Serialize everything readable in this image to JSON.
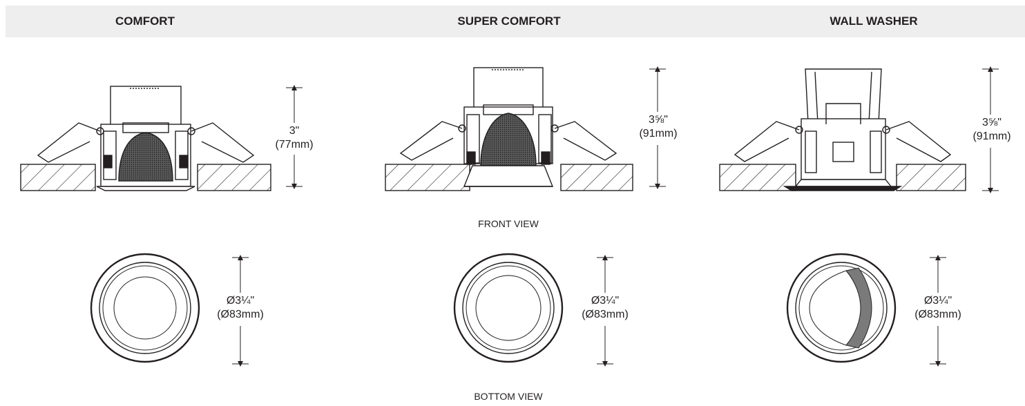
{
  "header": {
    "columns": [
      {
        "title": "COMFORT"
      },
      {
        "title": "SUPER COMFORT"
      },
      {
        "title": "WALL WASHER"
      }
    ]
  },
  "front_view": {
    "label": "FRONT VIEW",
    "dimensions": [
      {
        "imperial": "3\"",
        "metric": "(77mm)"
      },
      {
        "imperial": "3⅝\"",
        "metric": "(91mm)"
      },
      {
        "imperial": "3⅝\"",
        "metric": "(91mm)"
      }
    ]
  },
  "bottom_view": {
    "label": "BOTTOM VIEW",
    "dimensions": [
      {
        "imperial": "Ø3¼\"",
        "metric": "(Ø83mm)"
      },
      {
        "imperial": "Ø3¼\"",
        "metric": "(Ø83mm)"
      },
      {
        "imperial": "Ø3¼\"",
        "metric": "(Ø83mm)"
      }
    ]
  },
  "colors": {
    "line": "#231f20",
    "header_bg": "#eeeeee",
    "mesh": "#3a3a3a"
  }
}
